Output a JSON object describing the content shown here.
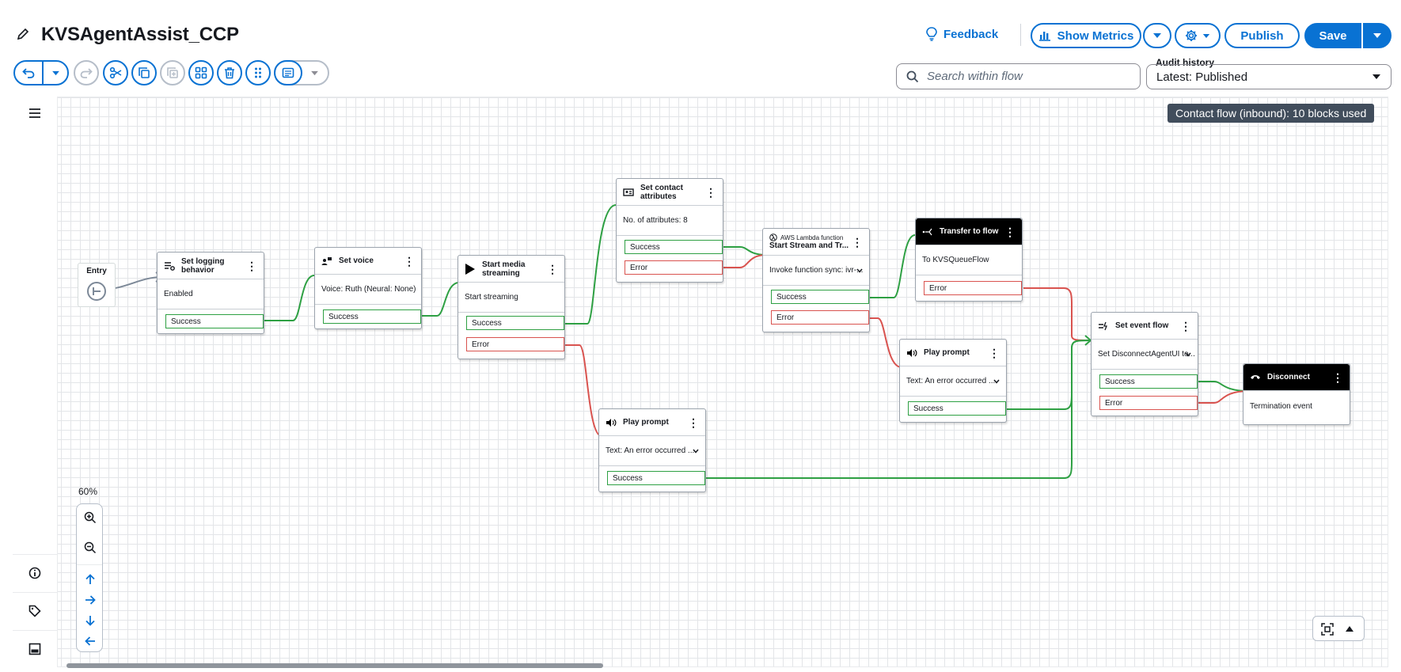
{
  "header": {
    "title": "KVSAgentAssist_CCP",
    "feedback_label": "Feedback",
    "show_metrics_label": "Show Metrics",
    "publish_label": "Publish",
    "save_label": "Save"
  },
  "search": {
    "placeholder": "Search within flow"
  },
  "audit": {
    "label": "Audit history",
    "value": "Latest: Published"
  },
  "canvas": {
    "usage_badge": "Contact flow (inbound): 10 blocks used",
    "zoom_level": "60%"
  },
  "blocks": {
    "entry": {
      "title": "Entry"
    },
    "logging": {
      "title": "Set logging behavior",
      "body": "Enabled",
      "success": "Success"
    },
    "voice": {
      "title": "Set voice",
      "body": "Voice: Ruth (Neural: None)",
      "success": "Success"
    },
    "media": {
      "title": "Start media streaming",
      "body": "Start streaming",
      "success": "Success",
      "error": "Error"
    },
    "attrs": {
      "title": "Set contact attributes",
      "body": "No. of attributes: 8",
      "success": "Success",
      "error": "Error"
    },
    "lambda": {
      "subtitle": "AWS Lambda function",
      "title": "Start Stream and Tr...",
      "body": "Invoke function sync: ivr-...",
      "success": "Success",
      "error": "Error"
    },
    "transfer": {
      "title": "Transfer to flow",
      "body": "To KVSQueueFlow",
      "error": "Error"
    },
    "prompt1": {
      "title": "Play prompt",
      "body": "Text: An error occurred ...",
      "success": "Success"
    },
    "prompt2": {
      "title": "Play prompt",
      "body": "Text: An error occurred ...",
      "success": "Success"
    },
    "event": {
      "title": "Set event flow",
      "body": "Set DisconnectAgentUI to...",
      "success": "Success",
      "error": "Error"
    },
    "disconnect": {
      "title": "Disconnect",
      "body": "Termination event"
    }
  },
  "colors": {
    "accent": "#0972d3",
    "success": "#2ea043",
    "error": "#d9534f",
    "connector_entry": "#7d8998"
  }
}
